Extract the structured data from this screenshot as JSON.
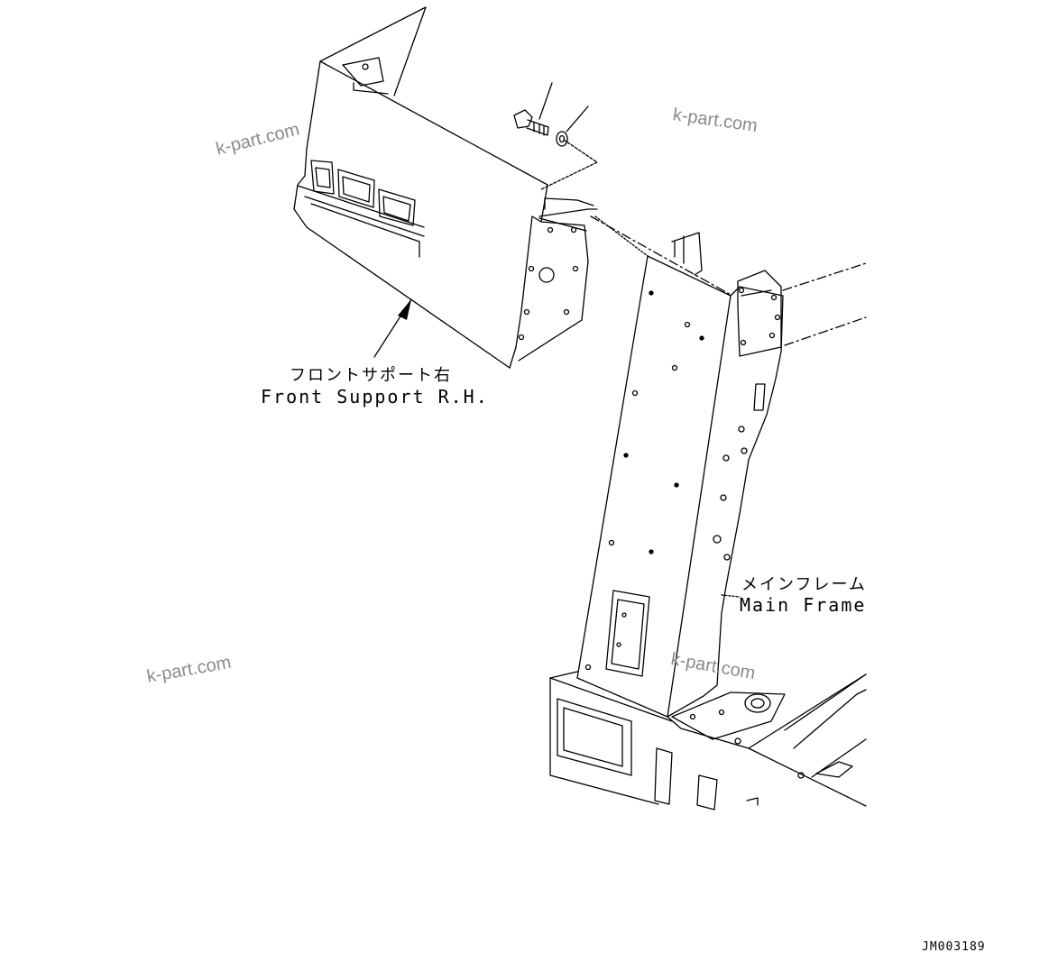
{
  "labels": {
    "front_support_jp": "フロントサポート右",
    "front_support_en": "Front Support R.H.",
    "main_frame_jp": "メインフレーム",
    "main_frame_en": "Main Frame"
  },
  "watermark": "k-part.com",
  "drawing_code": "JM003189"
}
